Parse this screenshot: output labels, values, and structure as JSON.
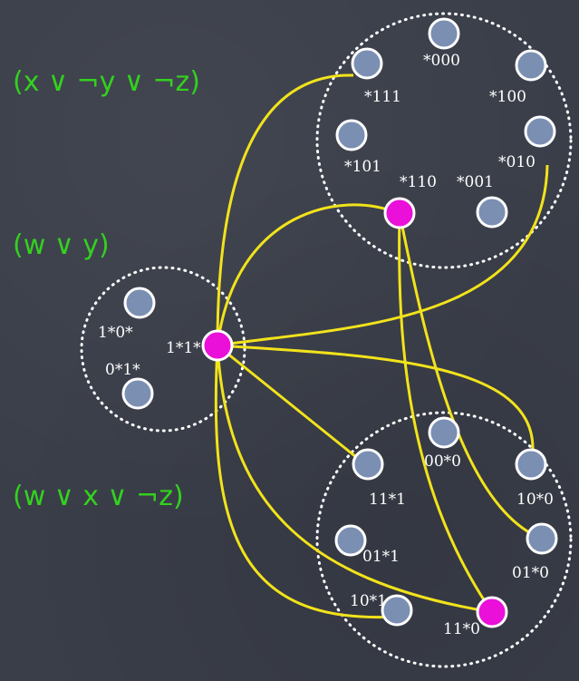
{
  "clauses": {
    "c1": "(x ∨ ¬y ∨ ¬z)",
    "c2": "(w ∨ y)",
    "c3": "(w ∨ x ∨ ¬z)"
  },
  "colors": {
    "background": "#3a3e49",
    "clause_text": "#33d11f",
    "node_fill": "#7b8fb3",
    "selected_fill": "#ea0fd9",
    "edge": "#f2e31b",
    "group_outline": "#ffffff"
  },
  "nodes": {
    "top": [
      "*000",
      "*111",
      "*100",
      "*101",
      "*010",
      "*110",
      "*001"
    ],
    "mid": [
      "1*0*",
      "0*1*",
      "1*1*"
    ],
    "bot": [
      "00*0",
      "11*1",
      "10*0",
      "01*1",
      "01*0",
      "10*1",
      "11*0"
    ]
  },
  "selected": [
    "*110",
    "1*1*",
    "11*0"
  ]
}
